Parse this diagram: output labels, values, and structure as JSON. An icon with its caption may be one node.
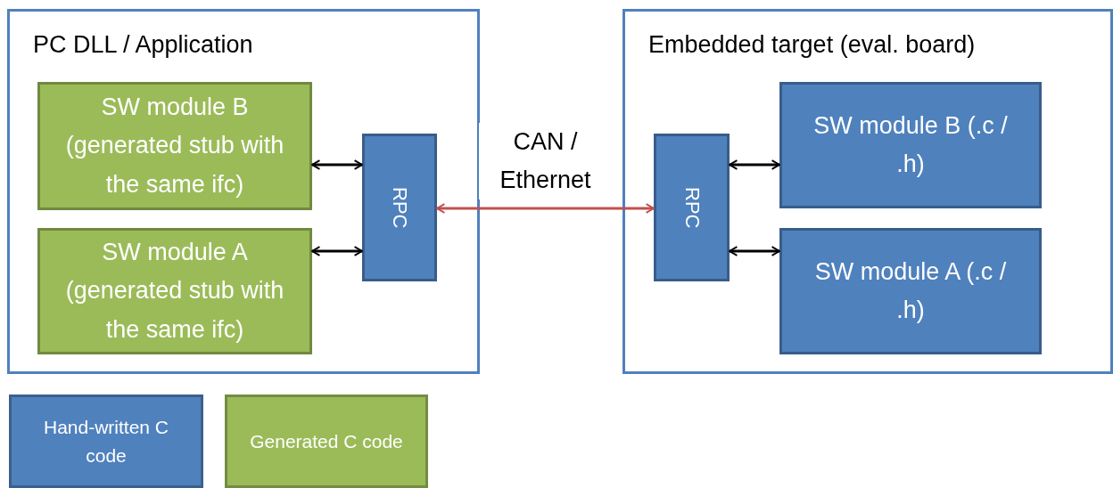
{
  "diagram": {
    "nodes": [
      {
        "text": [
          "PC DLL / Application"
        ]
      },
      {
        "text": [
          "SW module B (generated stub with the same ifc)"
        ],
        "in": 0
      },
      {
        "text": [
          "SW module A (generated stub with the same ifc)"
        ],
        "in": 0
      },
      {
        "text": [
          "RPC"
        ],
        "in": 0
      },
      {
        "text": [
          "Embedded target (eval. board)"
        ]
      },
      {
        "text": [
          "RPC"
        ],
        "in": 4
      },
      {
        "text": [
          "SW module B (.c / .h)"
        ],
        "in": 4
      },
      {
        "text": [
          "SW module A (.c / .h)"
        ],
        "in": 4
      }
    ],
    "edges": [
      {
        "from": 1,
        "to": 3,
        "arrow": "both"
      },
      {
        "from": 2,
        "to": 3,
        "arrow": "both"
      },
      {
        "from": 3,
        "to": 5,
        "arrow": "both",
        "label": "CAN / Ethernet",
        "color": "#c0504d"
      },
      {
        "from": 5,
        "to": 6,
        "arrow": "both"
      },
      {
        "from": 5,
        "to": 7,
        "arrow": "both"
      }
    ],
    "legend": [
      {
        "text": "Hand-written C code",
        "color": "#4f81bd"
      },
      {
        "text": "Generated C code",
        "color": "#9bbb59"
      }
    ]
  }
}
